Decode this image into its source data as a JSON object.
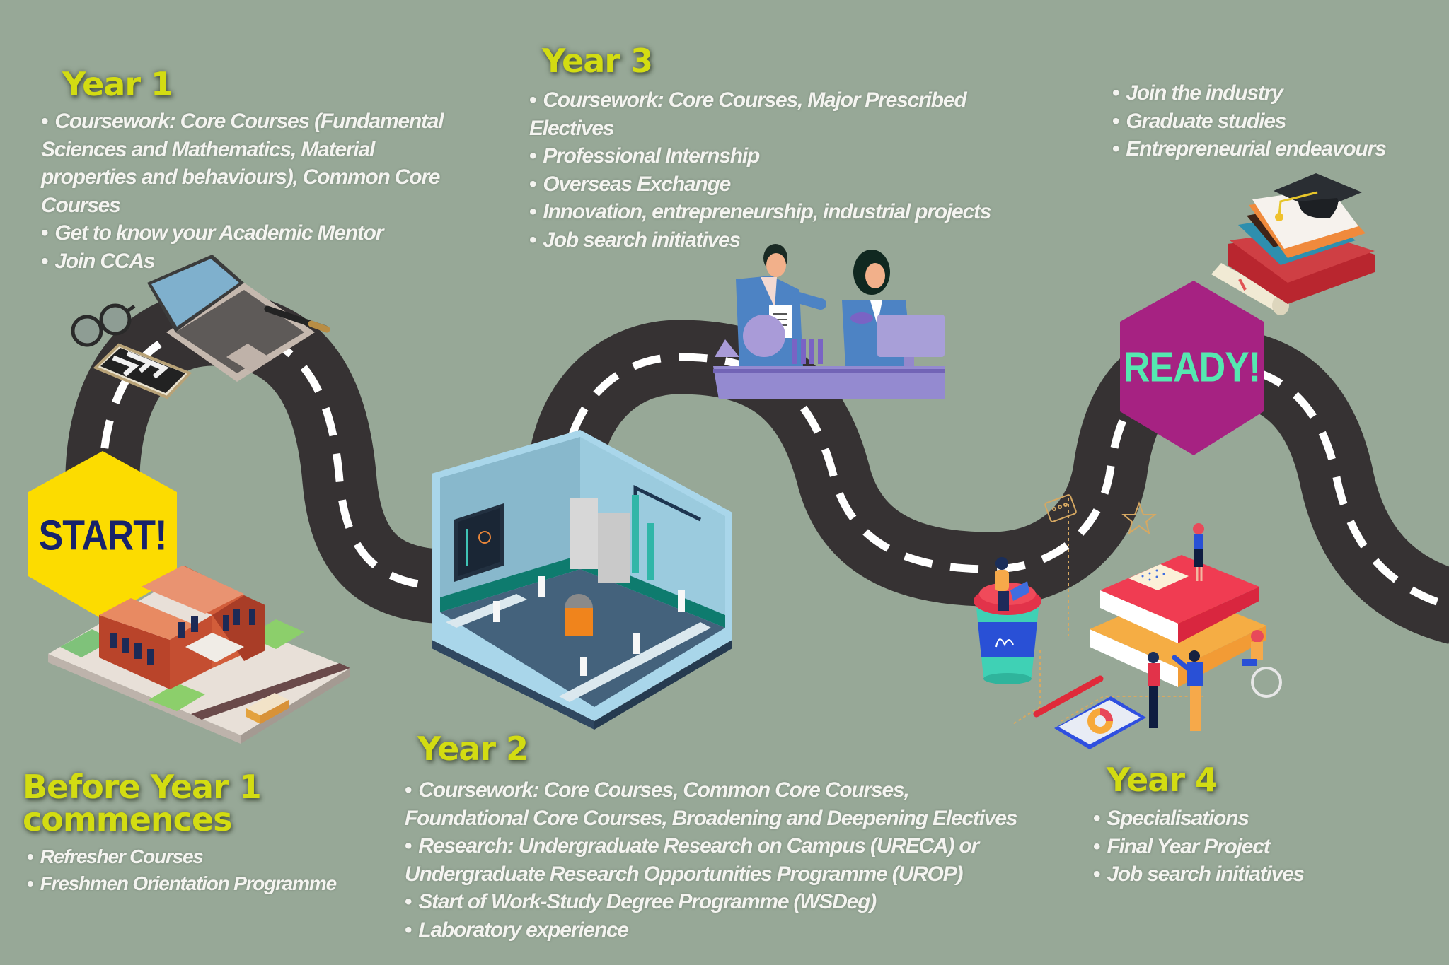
{
  "badges": {
    "start": {
      "label": "START!",
      "fill": "#fcdc00",
      "text_color": "#17226a"
    },
    "ready": {
      "label": "READY!",
      "fill": "#a62282",
      "text_color": "#55e8b0"
    }
  },
  "colors": {
    "background": "#97a897",
    "road": "#363233",
    "road_dash": "#ffffff",
    "heading": "#d3dc12",
    "body_text": "#f4f4f0"
  },
  "stages": [
    {
      "id": "before",
      "title_line1": "Before Year 1",
      "title_line2": "commences",
      "items": [
        "Refresher Courses",
        "Freshmen Orientation Programme"
      ],
      "illustration": "school-building-icon"
    },
    {
      "id": "year1",
      "title": "Year 1",
      "lines": [
        {
          "bullet": true,
          "text": "Coursework: Core Courses (Fundamental"
        },
        {
          "bullet": false,
          "text": "Sciences and Mathematics, Material"
        },
        {
          "bullet": false,
          "text": "properties and behaviours), Common Core"
        },
        {
          "bullet": false,
          "text": "Courses"
        },
        {
          "bullet": true,
          "text": "Get to know your Academic Mentor"
        },
        {
          "bullet": true,
          "text": "Join CCAs"
        }
      ],
      "illustration": "laptop-desk-icon"
    },
    {
      "id": "year2",
      "title": "Year 2",
      "lines": [
        {
          "bullet": true,
          "text": "Coursework: Core Courses, Common Core Courses,"
        },
        {
          "bullet": false,
          "text": "Foundational Core Courses, Broadening and Deepening Electives"
        },
        {
          "bullet": true,
          "text": "Research: Undergraduate Research on Campus (URECA) or"
        },
        {
          "bullet": false,
          "text": "Undergraduate Research Opportunities Programme (UROP)"
        },
        {
          "bullet": true,
          "text": "Start of Work-Study Degree Programme (WSDeg)"
        },
        {
          "bullet": true,
          "text": "Laboratory experience"
        }
      ],
      "illustration": "laboratory-room-icon"
    },
    {
      "id": "year3",
      "title": "Year 3",
      "lines": [
        {
          "bullet": true,
          "text": "Coursework: Core Courses, Major Prescribed"
        },
        {
          "bullet": false,
          "text": "Electives"
        },
        {
          "bullet": true,
          "text": "Professional Internship"
        },
        {
          "bullet": true,
          "text": "Overseas Exchange"
        },
        {
          "bullet": true,
          "text": "Innovation, entrepreneurship, industrial projects"
        },
        {
          "bullet": true,
          "text": "Job search initiatives"
        }
      ],
      "illustration": "scientists-at-bench-icon"
    },
    {
      "id": "year4",
      "title": "Year 4",
      "items": [
        "Specialisations",
        "Final Year Project",
        "Job search initiatives"
      ],
      "illustration": "books-and-people-icon"
    },
    {
      "id": "ready",
      "items": [
        "Join the industry",
        "Graduate studies",
        "Entrepreneurial endeavours"
      ],
      "illustration": "graduation-cap-books-icon"
    }
  ]
}
